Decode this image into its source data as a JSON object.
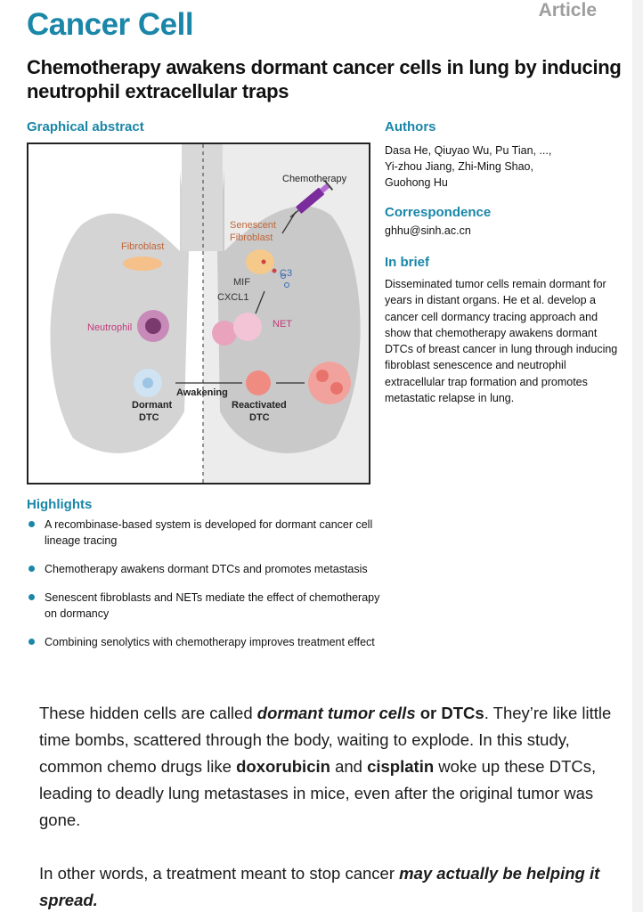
{
  "header": {
    "journal": "Cancer Cell",
    "article_tag": "Article",
    "title": "Chemotherapy awakens dormant cancer cells in lung by inducing neutrophil extracellular traps"
  },
  "graphical_abstract": {
    "heading": "Graphical abstract",
    "labels": {
      "chemotherapy": "Chemotherapy",
      "senescent": "Senescent",
      "fibroblast_line2": "Fibroblast",
      "fibroblast": "Fibroblast",
      "mif": "MIF",
      "c3": "C3",
      "cxcl1": "CXCL1",
      "net": "NET",
      "neutrophil": "Neutrophil",
      "awakening": "Awakening",
      "dormant": "Dormant",
      "dormant_dtc": "DTC",
      "reactivated": "Reactivated",
      "reactivated_dtc": "DTC"
    }
  },
  "authors": {
    "heading": "Authors",
    "line1": "Dasa He, Qiuyao Wu, Pu Tian, ...,",
    "line2": "Yi-zhou Jiang, Zhi-Ming Shao,",
    "line3": "Guohong Hu"
  },
  "correspondence": {
    "heading": "Correspondence",
    "email": "ghhu@sinh.ac.cn"
  },
  "in_brief": {
    "heading": "In brief",
    "text": "Disseminated tumor cells remain dormant for years in distant organs. He et al. develop a cancer cell dormancy tracing approach and show that chemotherapy awakens dormant DTCs of breast cancer in lung through inducing fibroblast senescence and neutrophil extracellular trap formation and promotes metastatic relapse in lung."
  },
  "highlights": {
    "heading": "Highlights",
    "items": [
      "A recombinase-based system is developed for dormant cancer cell lineage tracing",
      "Chemotherapy awakens dormant DTCs and promotes metastasis",
      "Senescent fibroblasts and NETs mediate the effect of chemotherapy on dormancy",
      "Combining senolytics with chemotherapy improves treatment effect"
    ]
  },
  "commentary": {
    "p1": {
      "t1": "These hidden cells are called ",
      "t2": "dormant tumor cells",
      "t3": " or DTCs",
      "t4": ". They’re like little time bombs, scattered through the body, waiting to explode. In this study, common chemo drugs like ",
      "t5": "doxorubicin",
      "t6": " and ",
      "t7": "cisplatin",
      "t8": " woke up these DTCs, leading to deadly lung metastases in mice, even after the original tumor was gone."
    },
    "p2": {
      "t1": "In other words, a treatment meant to stop cancer ",
      "t2": "may actually be helping it spread."
    }
  },
  "colors": {
    "accent": "#1a86a8",
    "lung": "#d4d4d4",
    "right_panel": "#ececec"
  }
}
